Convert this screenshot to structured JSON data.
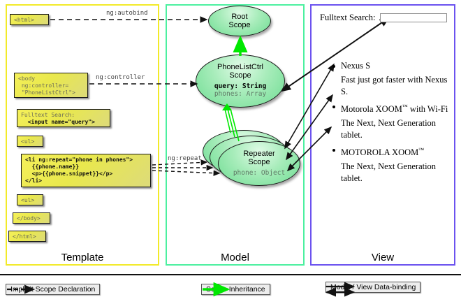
{
  "panels": {
    "template": {
      "label": "Template",
      "border_color": "#f2ea29"
    },
    "model": {
      "label": "Model",
      "border_color": "#4cf0a0"
    },
    "view": {
      "label": "View",
      "border_color": "#6b52ef"
    }
  },
  "template_boxes": [
    {
      "id": "html-open",
      "lines": [
        {
          "text": "<html>",
          "bold": false
        }
      ]
    },
    {
      "id": "body-open",
      "lines": [
        {
          "text": "<body",
          "bold": false
        },
        {
          "text": " ng:controller=",
          "bold": false
        },
        {
          "text": " \"PhoneListCtrl\">",
          "bold": false
        }
      ]
    },
    {
      "id": "search",
      "lines": [
        {
          "text": "Fulltext Search:",
          "bold": false
        },
        {
          "text": "  <input name=\"query\">",
          "bold": true
        }
      ]
    },
    {
      "id": "ul-open",
      "lines": [
        {
          "text": "<ul>",
          "bold": false
        }
      ]
    },
    {
      "id": "li-repeat",
      "lines": [
        {
          "text": "<li ng:repeat=\"phone in phones\">",
          "bold": true
        },
        {
          "text": "  {{phone.name}}",
          "bold": true
        },
        {
          "text": "  <p>{{phone.snippet}}</p>",
          "bold": true
        },
        {
          "text": "</li>",
          "bold": true
        }
      ]
    },
    {
      "id": "ul-close",
      "lines": [
        {
          "text": "<ul>",
          "bold": false
        }
      ]
    },
    {
      "id": "body-close",
      "lines": [
        {
          "text": "</body>",
          "bold": false
        }
      ]
    },
    {
      "id": "html-close",
      "lines": [
        {
          "text": "</html>",
          "bold": false
        }
      ]
    }
  ],
  "connectors": [
    {
      "id": "autobind",
      "label": "ng:autobind"
    },
    {
      "id": "controller",
      "label": "ng:controller"
    },
    {
      "id": "repeat",
      "label": "ng:repeat"
    }
  ],
  "scopes": {
    "root": {
      "title_line1": "Root",
      "title_line2": "Scope",
      "props": []
    },
    "ctrl": {
      "title_line1": "PhoneListCtrl",
      "title_line2": "Scope",
      "props": [
        {
          "text": "query: String",
          "style": "key"
        },
        {
          "text": "phones: Array",
          "style": "gray"
        }
      ]
    },
    "repeater": {
      "title_line1": "Repeater",
      "title_line2": "Scope",
      "props": [
        {
          "text": "phone: Object",
          "style": "gray"
        }
      ],
      "stack_count": 3
    }
  },
  "view": {
    "search_label": "Fulltext Search:",
    "search_value": "",
    "search_placeholder": "",
    "items": [
      {
        "name": "Nexus S",
        "tm": false,
        "snippet": "Fast just got faster with Nexus S."
      },
      {
        "name": "Motorola XOOM",
        "tm": true,
        "suffix": " with Wi-Fi",
        "snippet": "The Next, Next Generation tablet."
      },
      {
        "name": "MOTOROLA XOOM",
        "tm": true,
        "suffix": "",
        "snippet": "The Next, Next Generation tablet."
      }
    ]
  },
  "legend": [
    {
      "id": "implicit",
      "label": "Implicit Scope Declaration",
      "arrow": "dashed-black"
    },
    {
      "id": "inheritance",
      "label": "Scope Inheritance",
      "arrow": "solid-green"
    },
    {
      "id": "databinding",
      "label": "Model / View Data-binding",
      "arrow": "double-black"
    }
  ],
  "colors": {
    "green_arrow": "#00e800",
    "code_box": "#ece84d",
    "scope_fill": "#8fe6a8"
  }
}
